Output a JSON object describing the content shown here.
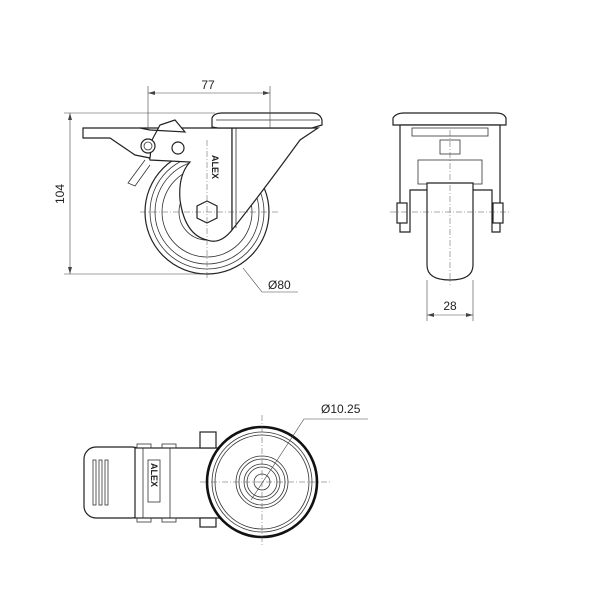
{
  "drawing": {
    "side_view": {
      "width_dimension": "77",
      "height_dimension": "104",
      "wheel_diameter": "Ø80",
      "logo": "ALEX"
    },
    "front_view": {
      "wheel_width_dimension": "28"
    },
    "bottom_view": {
      "bore_diameter": "Ø10.25",
      "logo": "ALEX"
    }
  }
}
